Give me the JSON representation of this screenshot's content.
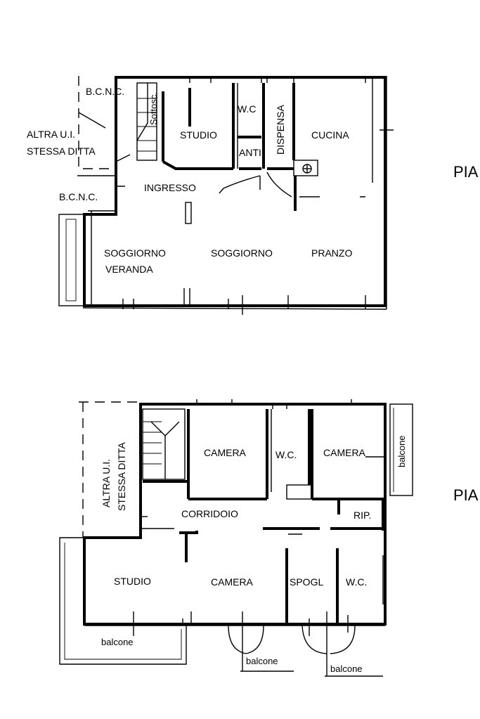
{
  "ground_floor": {
    "side_label": "PIA",
    "rooms": {
      "bcnc_top": "B.C.N.C.",
      "bcnc_bottom": "B.C.N.C.",
      "other_unit_line1": "ALTRA U.I.",
      "other_unit_line2": "STESSA DITTA",
      "sottosc": "Sottosc.",
      "studio": "STUDIO",
      "wc": "W.C",
      "anti": "ANTI",
      "dispensa": "DISPENSA",
      "cucina": "CUCINA",
      "ingresso": "INGRESSO",
      "soggiorno_veranda_line1": "SOGGIORNO",
      "soggiorno_veranda_line2": "VERANDA",
      "soggiorno": "SOGGIORNO",
      "pranzo": "PRANZO"
    }
  },
  "first_floor": {
    "side_label": "PIA",
    "rooms": {
      "other_unit_line1": "ALTRA U.I.",
      "other_unit_line2": "STESSA DITTA",
      "camera_left": "CAMERA",
      "wc_top": "W.C.",
      "camera_right": "CAMERA",
      "balcone_right": "balcone",
      "corridoio": "CORRIDOIO",
      "rip": "RIP.",
      "studio": "STUDIO",
      "camera_center": "CAMERA",
      "spogl": "SPOGL",
      "wc_bottom": "W.C.",
      "balcone_left": "balcone",
      "balcone_mid": "balcone",
      "balcone_right_bottom": "balcone"
    }
  }
}
